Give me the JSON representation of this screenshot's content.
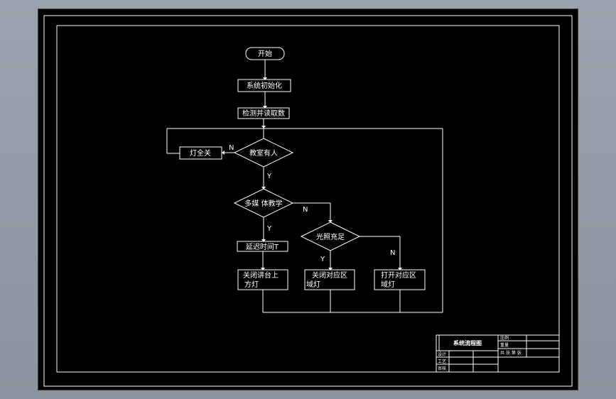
{
  "flowchart": {
    "start": "开始",
    "init": "系统初始化",
    "detect": "检测并读取数",
    "room_has_people": "教室有人",
    "lights_off_all": "灯全关",
    "multimedia": "多媒 体教学",
    "delay": "延迟时间T",
    "light_enough": "光照充足",
    "close_podium_1": "关闭讲台上",
    "close_podium_2": "方灯",
    "close_zone_1": "关闭对应区",
    "close_zone_2": "域灯",
    "open_zone_1": "打开对应区",
    "open_zone_2": "域灯",
    "yes": "Y",
    "no": "N"
  },
  "title_block": {
    "title": "系统流程图",
    "row1": "设计",
    "row2": "工艺",
    "row3": "审核",
    "cell_a": "比例",
    "cell_b": "重量",
    "cell_c": "共 张 第 张"
  }
}
